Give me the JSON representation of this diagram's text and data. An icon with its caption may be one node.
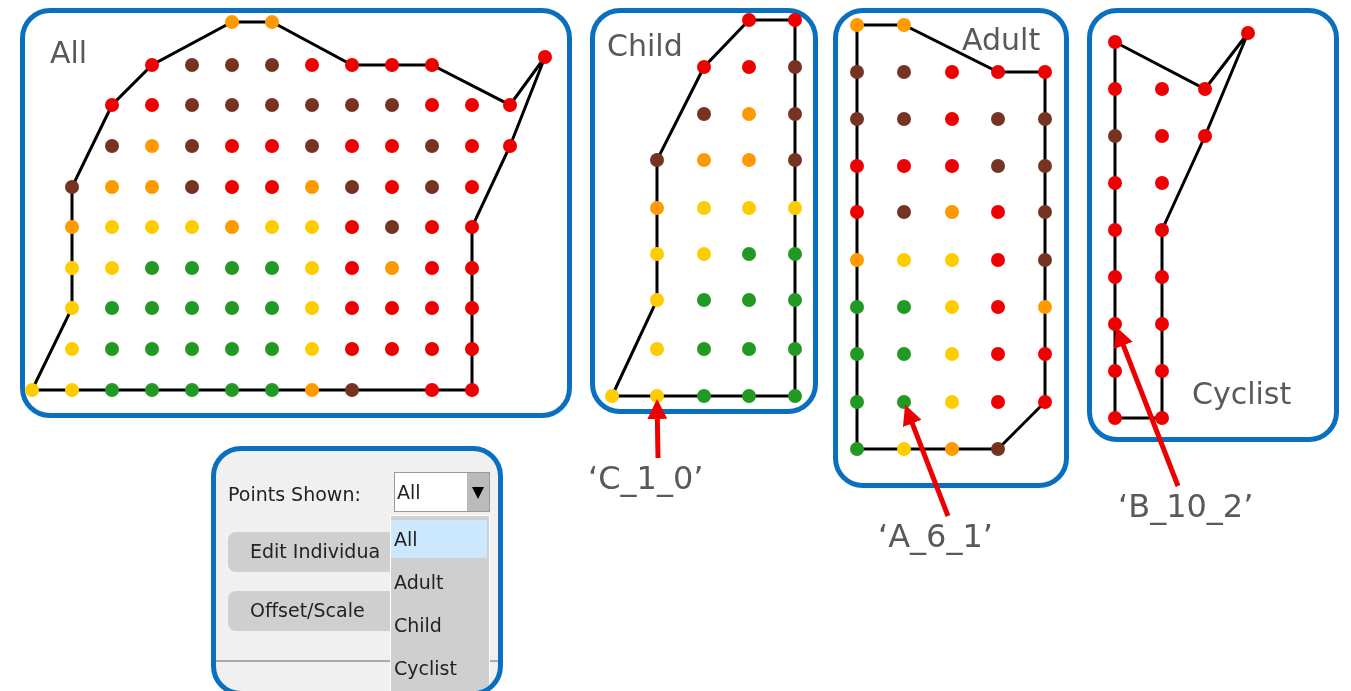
{
  "diagram": {
    "nodes": [
      {
        "text": [
          "All"
        ]
      },
      {
        "text": [
          "Child"
        ]
      },
      {
        "text": [],
        "shape": "circle",
        "in": 1
      },
      {
        "text": [
          "Adult"
        ]
      },
      {
        "text": [],
        "shape": "circle",
        "in": 3
      },
      {
        "text": [
          "Cyclist"
        ]
      },
      {
        "text": [],
        "shape": "circle",
        "in": 5
      },
      {
        "text": [],
        "shape": "box"
      },
      {
        "text": [
          "‘C_1_0’"
        ]
      },
      {
        "text": [
          "‘A_6_1’"
        ]
      },
      {
        "text": [
          "‘B_10_2’"
        ]
      }
    ],
    "edges": [
      {
        "from": 8,
        "to": 2,
        "arrow": "to"
      },
      {
        "from": 9,
        "to": 4,
        "arrow": "to"
      },
      {
        "from": 10,
        "to": 6,
        "arrow": "to"
      }
    ],
    "labels": [
      "Points Shown:",
      "All",
      "Edit Individua",
      "Offset/Scale",
      "All",
      "Adult",
      "Child",
      "Cyclist"
    ]
  }
}
